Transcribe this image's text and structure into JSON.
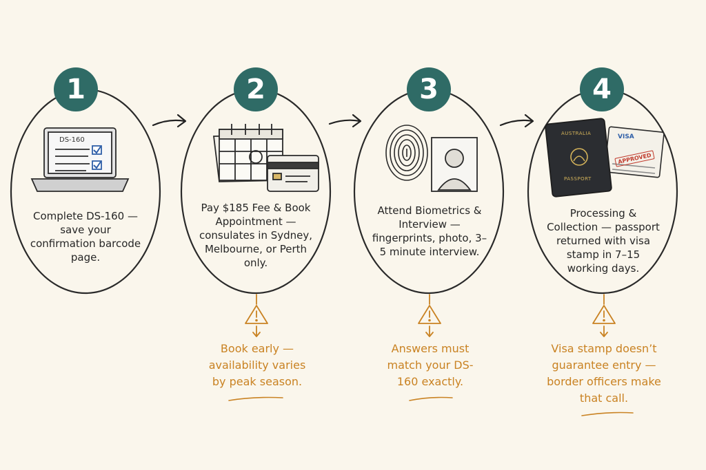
{
  "steps": [
    {
      "number": "1",
      "text": "Complete DS-160 — save your confirmation barcode page."
    },
    {
      "number": "2",
      "text": "Pay $185 Fee & Book Appointment — consulates in Sydney, Melbourne, or Perth only."
    },
    {
      "number": "3",
      "text": "Attend Biometrics & Interview — fingerprints, photo, 3–5 minute interview."
    },
    {
      "number": "4",
      "text": "Processing & Collection — passport returned with visa stamp in 7–15 working days."
    }
  ],
  "warnings": [
    {
      "text": "Book early — availability varies by peak season."
    },
    {
      "text": "Answers must match your DS-160 exactly."
    },
    {
      "text": "Visa stamp doesn’t guarantee entry — border officers make that call."
    }
  ],
  "illustrations": {
    "laptop_label": "DS-160",
    "passport_top": "AUSTRALIA",
    "passport_bottom": "PASSPORT",
    "visa_label": "VISA",
    "stamp_label": "APPROVED"
  },
  "icons": [
    "laptop-icon",
    "checkbox-icon",
    "calendar-icon",
    "credit-card-icon",
    "fingerprint-icon",
    "portrait-photo-icon",
    "passport-icon",
    "visa-document-icon",
    "warning-icon",
    "arrow-right-icon",
    "arrow-down-icon"
  ],
  "colors": {
    "accent": "#2f6b66",
    "warning": "#c98222",
    "background": "#faf6ec",
    "ink": "#262626"
  }
}
